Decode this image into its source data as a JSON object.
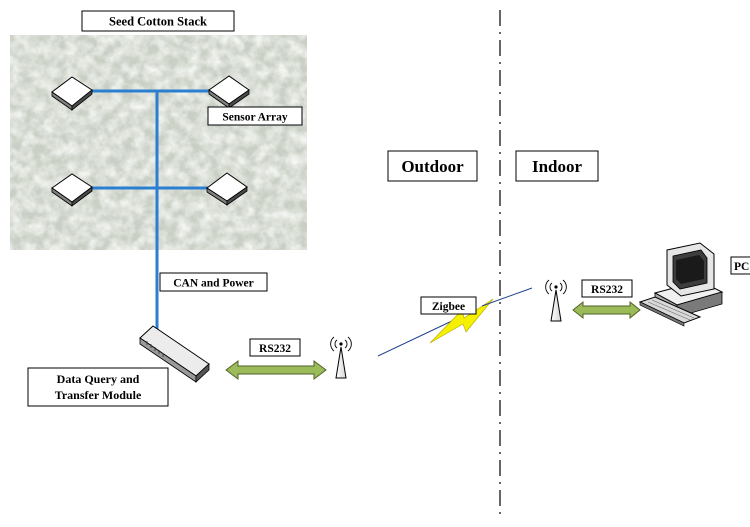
{
  "labels": {
    "stack": "Seed Cotton Stack",
    "sensor": "Sensor Array",
    "can": "CAN and Power",
    "module_line1": "Data Query and",
    "module_line2": "Transfer Module",
    "rs232_left": "RS232",
    "zigbee": "Zigbee",
    "outdoor": "Outdoor",
    "indoor": "Indoor",
    "rs232_right": "RS232",
    "pc": "PC"
  },
  "colors": {
    "bus": "#2a7fd0",
    "arrow_fill": "#9bbb59",
    "arrow_stroke": "#4f6228",
    "bolt_fill": "#f4f000",
    "wireless_line": "#1f3f8f",
    "cotton_bg": "#c9cfc4"
  },
  "icons": {
    "sensor": "sensor-node-icon",
    "module": "network-switch-icon",
    "antenna": "antenna-icon",
    "pc": "desktop-computer-icon"
  }
}
